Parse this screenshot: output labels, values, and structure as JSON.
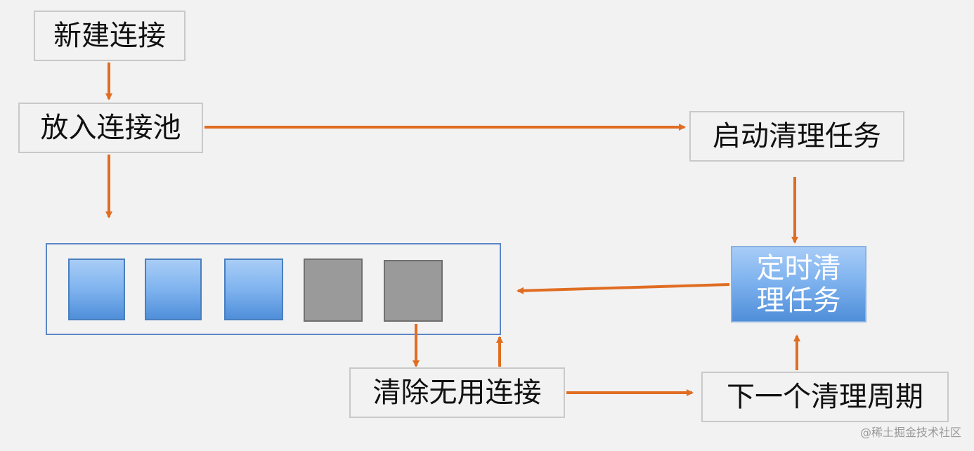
{
  "diagram": {
    "nodes": {
      "new_connection": "新建连接",
      "put_into_pool": "放入连接池",
      "start_cleanup_task": "启动清理任务",
      "scheduled_cleanup_task_line1": "定时清",
      "scheduled_cleanup_task_line2": "理任务",
      "remove_useless_connections": "清除无用连接",
      "next_cleanup_cycle": "下一个清理周期"
    },
    "pool": {
      "connections": [
        {
          "state": "active"
        },
        {
          "state": "active"
        },
        {
          "state": "active"
        },
        {
          "state": "idle"
        },
        {
          "state": "idle"
        }
      ]
    },
    "colors": {
      "arrow": "#e06d22",
      "box_border": "#c9c9c9",
      "pool_border": "#5b86c7",
      "active_connection": "#6aa3e6",
      "idle_connection": "#9a9a9a",
      "background": "#f2f2f2"
    },
    "watermark": "@稀土掘金技术社区"
  }
}
